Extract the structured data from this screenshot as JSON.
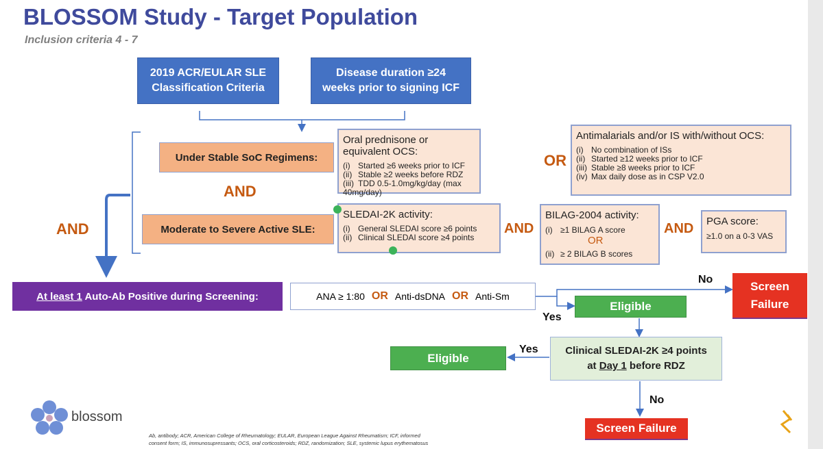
{
  "title": "BLOSSOM Study - Target Population",
  "subtitle": "Inclusion criteria 4 - 7",
  "top_boxes": [
    {
      "line1": "2019 ACR/EULAR SLE",
      "line2": "Classification Criteria"
    },
    {
      "line1": "Disease duration ≥24",
      "line2": "weeks prior to signing ICF"
    }
  ],
  "soc": {
    "label": "Under Stable SoC Regimens:",
    "ocs": {
      "heading": "Oral prednisone or equivalent OCS:",
      "items": [
        [
          "(i)",
          "Started ≥6 weeks prior to ICF"
        ],
        [
          "(ii)",
          "Stable ≥2 weeks before RDZ"
        ],
        [
          "(iii)",
          "TDD 0.5-1.0mg/kg/day (max 40mg/day)"
        ]
      ]
    },
    "or": "OR",
    "antimalarials": {
      "heading": "Antimalarials and/or IS with/without OCS:",
      "items": [
        [
          "(i)",
          "No combination of ISs"
        ],
        [
          "(ii)",
          "Started ≥12 weeks prior to ICF"
        ],
        [
          "(iii)",
          "Stable ≥8 weeks prior to ICF"
        ],
        [
          "(iv)",
          "Max daily dose as in CSP V2.0"
        ]
      ]
    }
  },
  "and_middle": "AND",
  "and_left": "AND",
  "active": {
    "label": "Moderate to Severe Active SLE:",
    "sledai": {
      "heading": "SLEDAI-2K activity:",
      "items": [
        [
          "(i)",
          "General SLEDAI score ≥6 points"
        ],
        [
          "(ii)",
          "Clinical SLEDAI score ≥4 points"
        ]
      ]
    },
    "and1": "AND",
    "bilag": {
      "heading": "BILAG-2004 activity:",
      "item1": [
        "(i)",
        "≥1 BILAG A score"
      ],
      "or": "OR",
      "item2": [
        "(ii)",
        "≥ 2 BILAG B scores"
      ]
    },
    "and2": "AND",
    "pga": {
      "heading": "PGA score:",
      "text": "≥1.0 on a 0-3 VAS"
    }
  },
  "autoab": {
    "underlined": "At least 1",
    "rest": " Auto-Ab Positive during Screening:"
  },
  "ana": {
    "a": "ANA ≥ 1:80",
    "or1": "OR",
    "b": "Anti-dsDNA",
    "or2": "OR",
    "c": "Anti-Sm"
  },
  "flow": {
    "no1": "No",
    "screen_failure_1": [
      "Screen",
      "Failure"
    ],
    "yes1": "Yes",
    "eligible_1": "Eligible",
    "clinical": {
      "line1": "Clinical SLEDAI-2K ≥4 points",
      "line2_pre": "at ",
      "line2_u": "Day 1",
      "line2_post": " before RDZ"
    },
    "yes2": "Yes",
    "eligible_2": "Eligible",
    "no2": "No",
    "screen_failure_2": "Screen Failure"
  },
  "logo_text": "blossom",
  "footnote": [
    "Ab, antibody; ACR, American College of Rheumatology; EULAR, European League Against Rheumatism; ICF, informed",
    "consent form; IS, immunosupressants; OCS, oral corticosteroids; RDZ, randomization; SLE, systemic lupus erythematosus"
  ],
  "colors": {
    "blue": "#4472c4",
    "orange": "#f4b183",
    "peach": "#fbe5d6",
    "purple": "#7030a0",
    "green": "#4caf50",
    "red": "#e53222",
    "keyword": "#c55a11"
  }
}
